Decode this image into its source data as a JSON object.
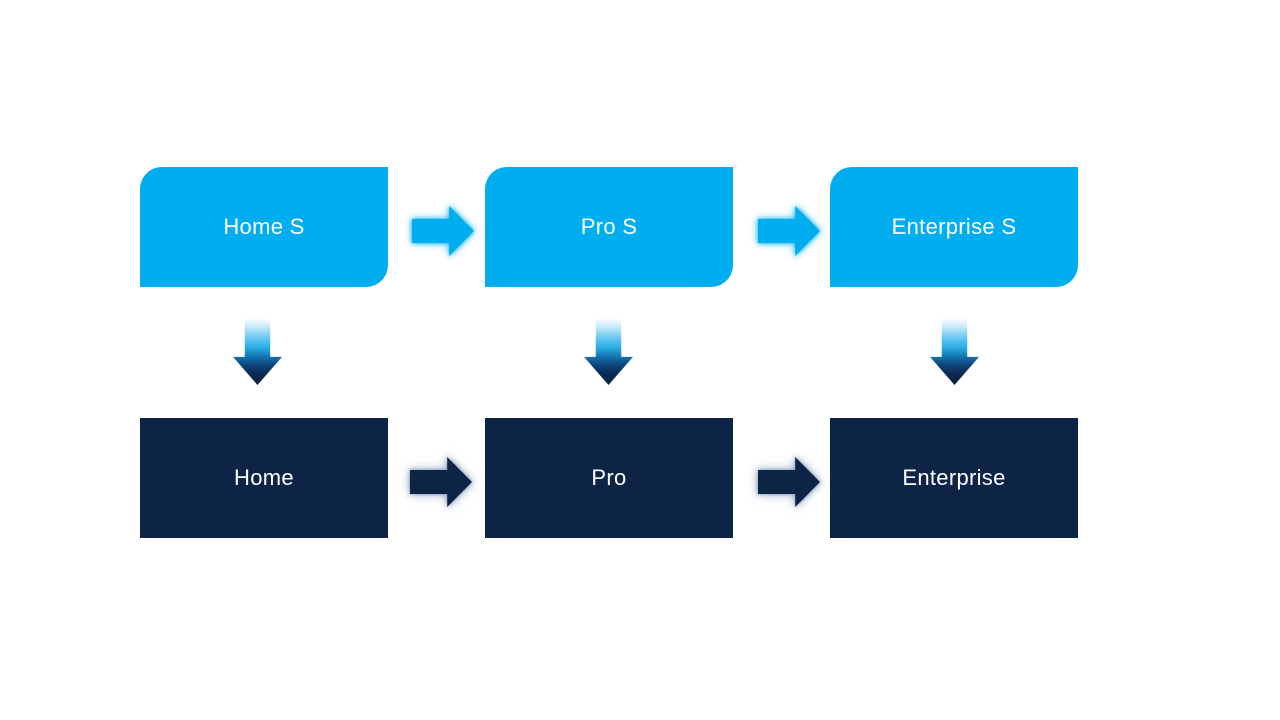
{
  "slide": {
    "colors": {
      "light_blue": "#00AEEF",
      "navy": "#0D2447",
      "label_text": "#FFFFFF",
      "arrow_gradient_top": "#FFFFFF",
      "arrow_gradient_mid": "#29ABE2",
      "arrow_gradient_bottom": "#0A1E3C"
    },
    "top_row": [
      {
        "label": "Home S"
      },
      {
        "label": "Pro S"
      },
      {
        "label": "Enterprise S"
      }
    ],
    "bottom_row": [
      {
        "label": "Home"
      },
      {
        "label": "Pro"
      },
      {
        "label": "Enterprise"
      }
    ],
    "icons": {
      "right_arrow": "right-arrow",
      "down_arrow": "down-arrow"
    }
  }
}
